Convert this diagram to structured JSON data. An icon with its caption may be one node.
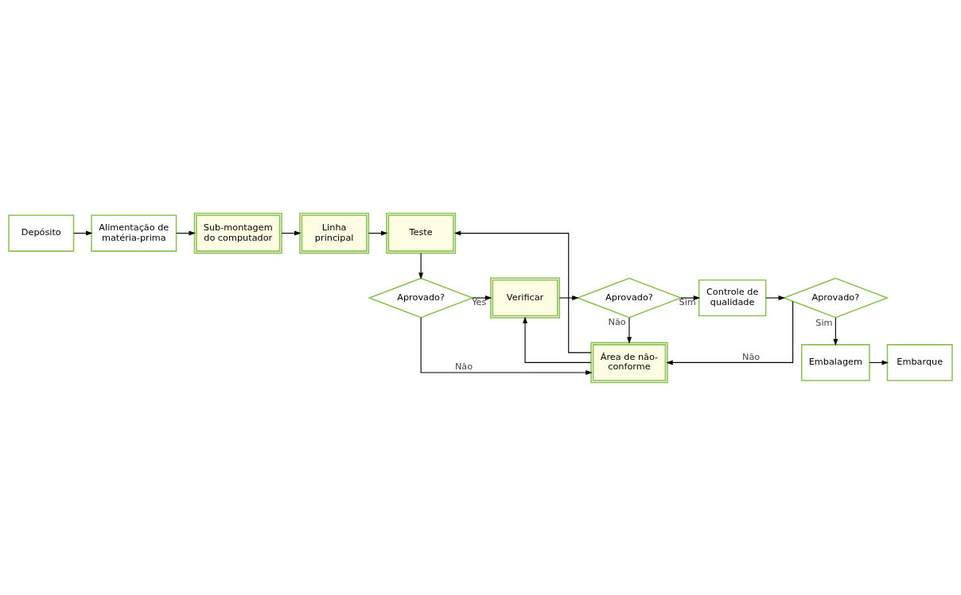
{
  "diagram": {
    "nodes": [
      {
        "text": [
          "Depósito"
        ]
      },
      {
        "text": [
          "Alimentação de matéria-prima"
        ]
      },
      {
        "text": [
          "Sub-montagem do computador"
        ]
      },
      {
        "text": [
          "Linha principal"
        ]
      },
      {
        "text": [
          "Teste"
        ]
      },
      {
        "text": [
          "Aprovado?"
        ]
      },
      {
        "text": [
          "Verificar"
        ]
      },
      {
        "text": [
          "Aprovado?"
        ]
      },
      {
        "text": [
          "Controle de qualidade"
        ]
      },
      {
        "text": [
          "Aprovado?"
        ]
      },
      {
        "text": [
          "Área de não-conforme"
        ]
      },
      {
        "text": [
          "Embalagem"
        ]
      },
      {
        "text": [
          "Embarque"
        ]
      }
    ],
    "edges": [
      {
        "from": 0,
        "to": 1,
        "arrow": "to"
      },
      {
        "from": 1,
        "to": 2,
        "arrow": "to"
      },
      {
        "from": 2,
        "to": 3,
        "arrow": "to"
      },
      {
        "from": 3,
        "to": 4,
        "arrow": "to"
      },
      {
        "from": 4,
        "to": 5,
        "arrow": "to"
      },
      {
        "from": 5,
        "to": 6,
        "arrow": "to",
        "label": "Yes"
      },
      {
        "from": 5,
        "to": 10,
        "arrow": "to",
        "label": "Não"
      },
      {
        "from": 6,
        "to": 7,
        "arrow": "to"
      },
      {
        "from": 7,
        "to": 8,
        "arrow": "to",
        "label": "Sim"
      },
      {
        "from": 7,
        "to": 10,
        "arrow": "to",
        "label": "Não"
      },
      {
        "from": 8,
        "to": 9,
        "arrow": "to"
      },
      {
        "from": 9,
        "to": 11,
        "arrow": "to",
        "label": "Sim"
      },
      {
        "from": 9,
        "to": 10,
        "arrow": "to",
        "label": "Não"
      },
      {
        "from": 11,
        "to": 12,
        "arrow": "to"
      },
      {
        "from": 10,
        "to": 4,
        "arrow": "to"
      },
      {
        "from": 10,
        "to": 6,
        "arrow": "to"
      }
    ]
  }
}
